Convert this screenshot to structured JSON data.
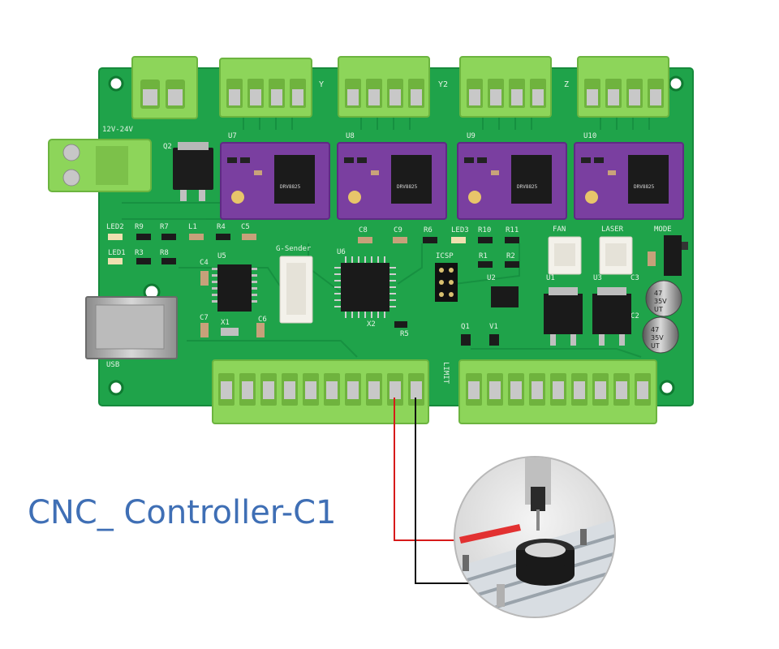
{
  "title": "CNC_ Controller-C1",
  "colors": {
    "pcb": "#1fa34a",
    "terminal": "#8dd55a",
    "driver": "#7a3fa0",
    "title": "#3f6fb5",
    "wire_red": "#d71a1a",
    "wire_black": "#111111"
  },
  "board_labels": {
    "power": "12V-24V",
    "q2": "Q2",
    "y": "Y",
    "y2": "Y2",
    "z": "Z",
    "u7": "U7",
    "u8": "U8",
    "u9": "U9",
    "u10": "U10",
    "led2": "LED2",
    "r9": "R9",
    "r7": "R7",
    "l1": "L1",
    "r4": "R4",
    "c5": "C5",
    "led1": "LED1",
    "r3": "R3",
    "r8": "R8",
    "gsender": "G-Sender",
    "u6": "U6",
    "c8": "C8",
    "c9": "C9",
    "r6": "R6",
    "led3": "LED3",
    "r10": "R10",
    "r11": "R11",
    "fan": "FAN",
    "laser": "LASER",
    "mode": "MODE",
    "icsp": "ICSP",
    "r1": "R1",
    "r2": "R2",
    "u2": "U2",
    "u1": "U1",
    "u3": "U3",
    "c3": "C3",
    "c2": "C2",
    "c4": "C4",
    "u5": "U5",
    "c7": "C7",
    "x1": "X1",
    "c6": "C6",
    "x2": "X2",
    "r5": "R5",
    "q1": "Q1",
    "v1": "V1",
    "limit": "LIMIT",
    "usb": "USB",
    "cap_text_1": "47",
    "cap_text_2": "35V",
    "cap_text_3": "UT"
  },
  "icons": {
    "usb": "usb-port-icon",
    "probe": "probe-photo-icon"
  }
}
